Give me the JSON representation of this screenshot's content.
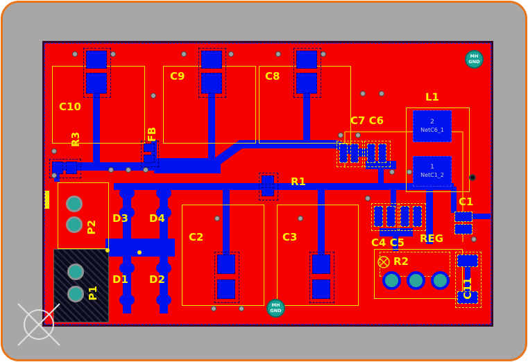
{
  "colors": {
    "frame_orange": "#E8751C",
    "workspace_gray": "#A7A7A7",
    "board_red": "#F60000",
    "board_edge_purple": "#38082F",
    "copper_blue": "#0013EE",
    "silkscreen_yellow": "#FDF000",
    "mount_hole_teal": "#17A193",
    "via_gray": "#A0A0A0"
  },
  "board": {
    "components": {
      "c10": "C10",
      "c9": "C9",
      "c8": "C8",
      "c7c6": "C7 C6",
      "l1": "L1",
      "r3": "R3",
      "fb": "FB",
      "r1": "R1",
      "c1": "C1",
      "c2": "C2",
      "c3": "C3",
      "c4c5": "C4 C5",
      "reg": "REG",
      "r2": "R2",
      "c11": "C11",
      "d1": "D1",
      "d2": "D2",
      "d3": "D3",
      "d4": "D4",
      "p1": "P1",
      "p2": "P2"
    },
    "l1_pads": {
      "pad2": {
        "number": "2",
        "net": "NetC6_1"
      },
      "pad1": {
        "number": "1",
        "net": "NetC1_2"
      }
    },
    "mounting_holes": {
      "line1": "MH",
      "line2": "GND"
    }
  }
}
